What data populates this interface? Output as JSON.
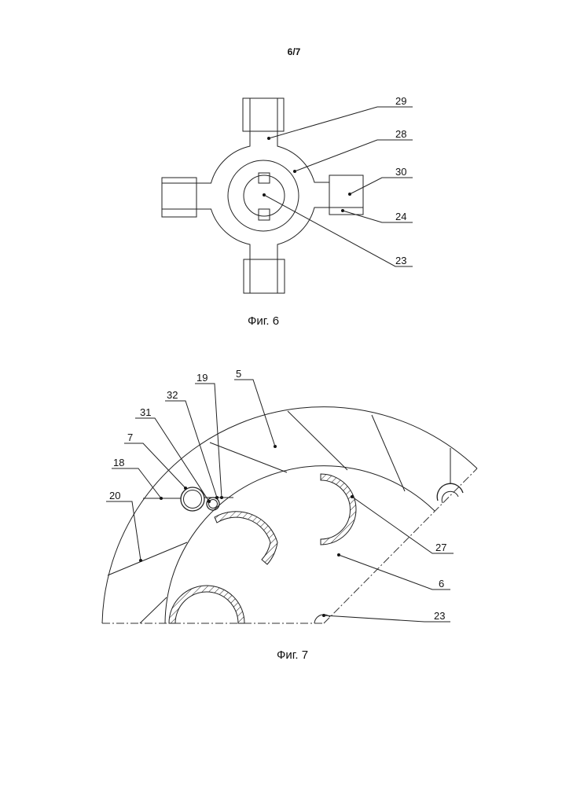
{
  "page_number": "6/7",
  "figure6": {
    "caption": "Фиг. 6",
    "labels": {
      "l29": "29",
      "l28": "28",
      "l30": "30",
      "l24": "24",
      "l23": "23"
    }
  },
  "figure7": {
    "caption": "Фиг. 7",
    "labels": {
      "l19": "19",
      "l5": "5",
      "l32": "32",
      "l31": "31",
      "l7": "7",
      "l18": "18",
      "l20": "20",
      "l27": "27",
      "l6": "6",
      "l23": "23"
    }
  }
}
